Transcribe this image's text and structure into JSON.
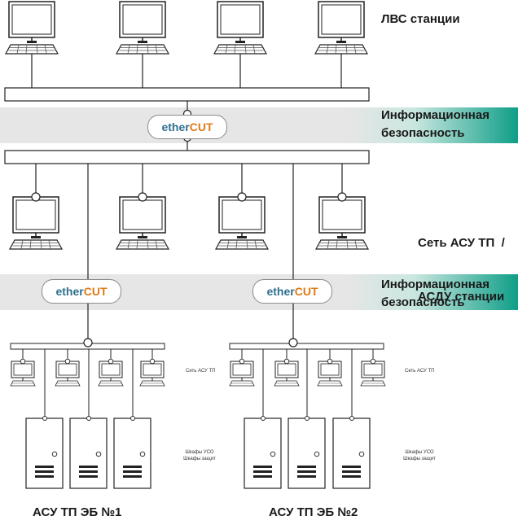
{
  "labels": {
    "lvs": "ЛВС станции",
    "infosec_1": [
      "Информационная",
      "безопасность"
    ],
    "network": [
      "Сеть АСУ ТП  /",
      "АСДУ станции"
    ],
    "infosec_2": [
      "Информационная",
      "безопасность"
    ],
    "small_net_1": "Сеть АСУ ТП",
    "small_net_2": "Сеть АСУ ТП",
    "cabinets_1": [
      "Шкафы УСО",
      "Шкафы защит"
    ],
    "cabinets_2": [
      "Шкафы УСО",
      "Шкафы защит"
    ],
    "bottom_1": "АСУ ТП ЭБ №1",
    "bottom_2": "АСУ ТП ЭБ №2"
  },
  "ethercut": {
    "part1": "ether",
    "part2": "CUT"
  },
  "colors": {
    "band": "#e6e6e6",
    "band_accent": "#0f9e88",
    "ether_blue": "#2d6f8e",
    "cut_orange": "#e07a17"
  },
  "icons": [
    "computer-icon",
    "server-cabinet-icon",
    "connector-node-icon"
  ]
}
